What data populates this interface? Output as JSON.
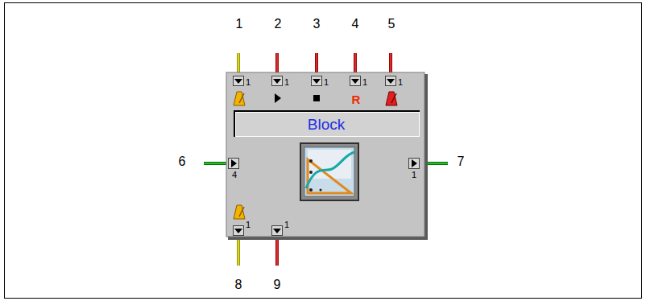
{
  "diagram": {
    "nodes": [
      {
        "text": [
          "Block"
        ]
      }
    ],
    "labels": [
      "1",
      "2",
      "3",
      "4",
      "5",
      "1",
      "1",
      "1",
      "1",
      "1",
      "R",
      "6",
      "4",
      "7",
      "1",
      "1",
      "1",
      "8",
      "9"
    ]
  }
}
